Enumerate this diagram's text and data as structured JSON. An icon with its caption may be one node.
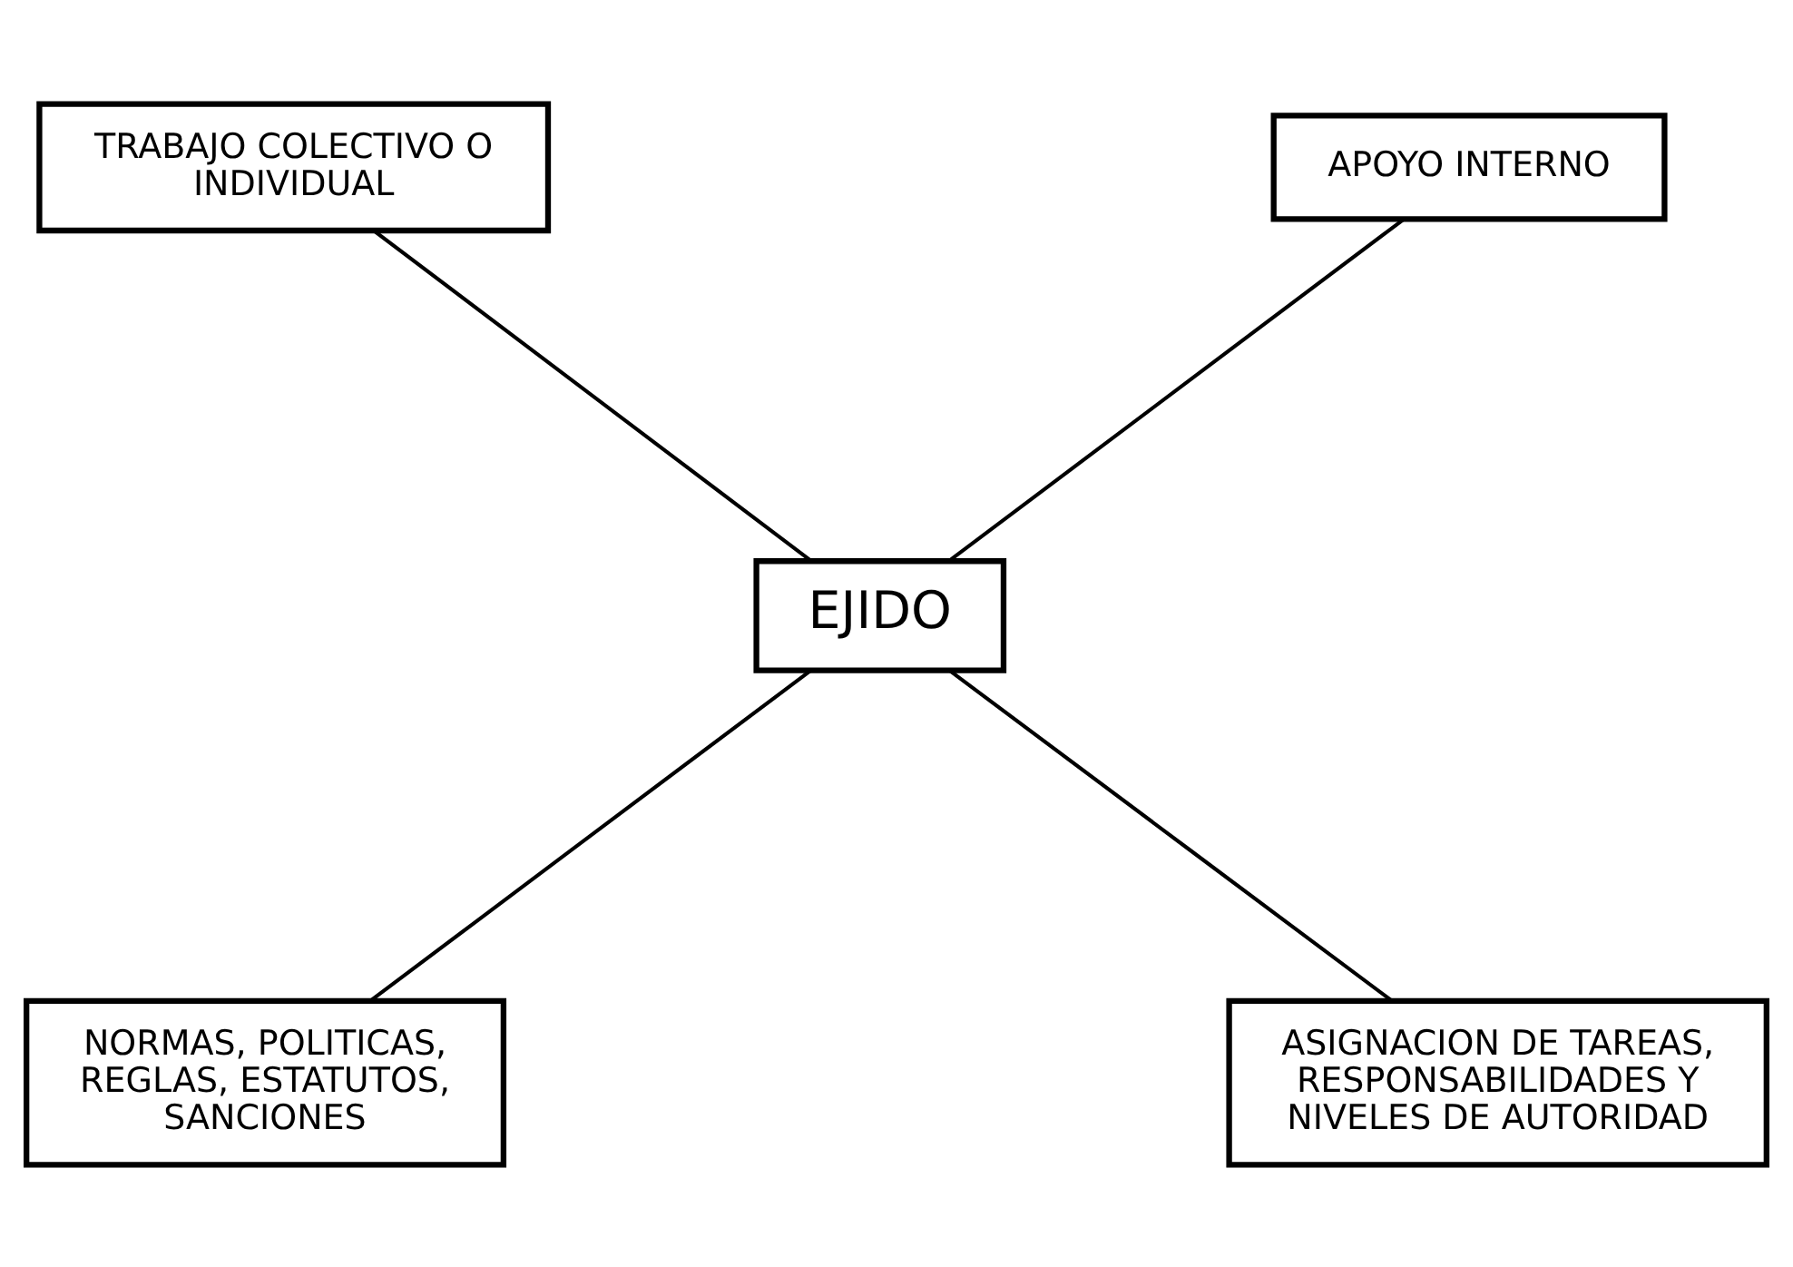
{
  "diagram": {
    "nodes": [
      {
        "text": [
          "TRABAJO COLECTIVO O INDIVIDUAL"
        ]
      },
      {
        "text": [
          "APOYO INTERNO"
        ]
      },
      {
        "text": [
          "EJIDO"
        ]
      },
      {
        "text": [
          "NORMAS, POLITICAS, REGLAS, ESTATUTOS, SANCIONES"
        ]
      },
      {
        "text": [
          "ASIGNACION DE TAREAS, RESPONSABILIDADES Y NIVELES DE AUTORIDAD"
        ]
      }
    ],
    "edges": [
      {
        "from": 0,
        "to": 2,
        "arrow": "none"
      },
      {
        "from": 1,
        "to": 2,
        "arrow": "none"
      },
      {
        "from": 2,
        "to": 3,
        "arrow": "none"
      },
      {
        "from": 2,
        "to": 4,
        "arrow": "none"
      }
    ]
  }
}
